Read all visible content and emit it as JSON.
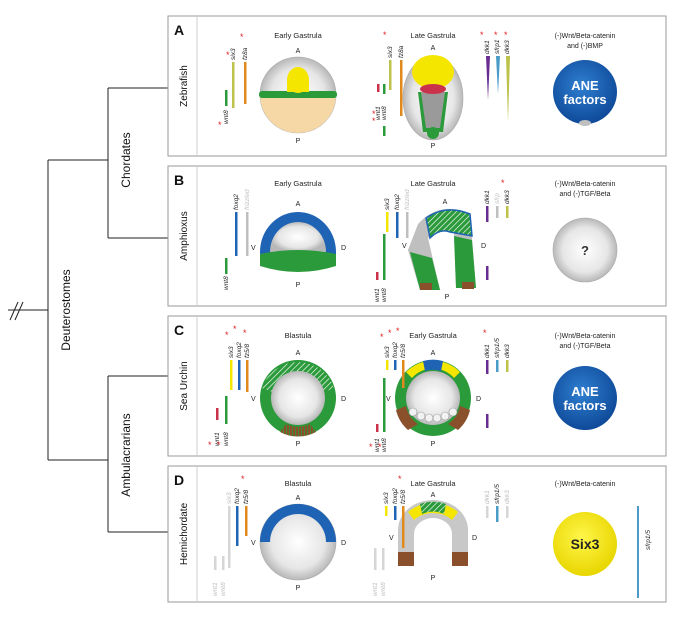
{
  "tree": {
    "root": "Deuterostomes",
    "clades": [
      "Chordates",
      "Ambulacrarians"
    ]
  },
  "panels": [
    {
      "letter": "A",
      "organism": "Zebrafish",
      "stage1": "Early Gastrula",
      "stage2": "Late Gastrula",
      "condition1": "(-)Wnt/Beta-catenin",
      "condition2": "and (-)BMP",
      "result_line1": "ANE",
      "result_line2": "factors",
      "genes1": [
        "six3",
        "fz8a",
        "wnt8"
      ],
      "genes2": [
        "six3",
        "fz8a",
        "wnt1",
        "wnt8",
        "dkk1",
        "sfrp1",
        "dkk3"
      ],
      "axis": [
        "A",
        "P"
      ]
    },
    {
      "letter": "B",
      "organism": "Amphioxus",
      "stage1": "Early Gastrula",
      "stage2": "Late Gastrula",
      "condition1": "(-)Wnt/Beta-catenin",
      "condition2": "and (-)TGF/Beta",
      "result": "?",
      "genes1": [
        "foxq2",
        "frizzled",
        "wnt8"
      ],
      "genes2": [
        "six3",
        "foxq2",
        "frizzled",
        "wnt1",
        "wnt8",
        "dkk1",
        "sfrp",
        "dkk3"
      ],
      "axis": [
        "A",
        "P",
        "V",
        "D"
      ]
    },
    {
      "letter": "C",
      "organism": "Sea Urchin",
      "stage1": "Blastula",
      "stage2": "Early Gastrula",
      "condition1": "(-)Wnt/Beta-catenin",
      "condition2": "and (-)TGF/Beta",
      "result_line1": "ANE",
      "result_line2": "factors",
      "genes1": [
        "six3",
        "foxq2",
        "fz5/8",
        "wnt1",
        "wnt8"
      ],
      "genes2": [
        "six3",
        "foxq2",
        "fz5/8",
        "wnt1",
        "wnt8",
        "dkk1",
        "sfrp1/5",
        "dkk3"
      ],
      "axis": [
        "A",
        "P",
        "V",
        "D"
      ]
    },
    {
      "letter": "D",
      "organism": "Hemichordate",
      "stage1": "Blastula",
      "stage2": "Late Gastrula",
      "condition1": "(-)Wnt/Beta-catenin",
      "result": "Six3",
      "result_gene": "sfrp1/5",
      "genes1": [
        "six3",
        "foxq2",
        "fz5/8",
        "wnt1",
        "wnt8"
      ],
      "genes2": [
        "six3",
        "foxq2",
        "fz5/8",
        "wnt1",
        "wnt8",
        "dkk1",
        "sfrp1/5",
        "dkk3"
      ],
      "axis": [
        "A",
        "P",
        "V",
        "D"
      ]
    }
  ],
  "colors": {
    "blue": "#1e63b4",
    "green": "#2a9a3a",
    "yellow": "#f5e600",
    "orange": "#e08a1e",
    "red": "#c9324a",
    "purple": "#6a2c91",
    "teal": "#4a9bc8",
    "olive": "#bcc24a",
    "brown": "#8a4f2b",
    "peach": "#f6d7a6",
    "grey": "#bfbfbf"
  }
}
